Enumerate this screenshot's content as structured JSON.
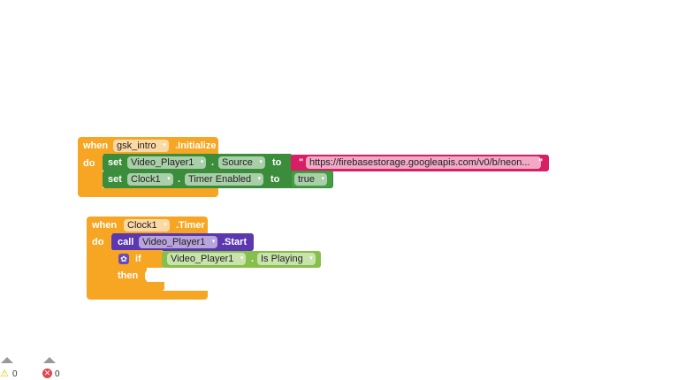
{
  "block1": {
    "when": "when",
    "component": "gsk_intro",
    "event": ".Initialize",
    "do": "do",
    "set1": {
      "set": "set",
      "component": "Video_Player1",
      "dot": ".",
      "property": "Source",
      "to": "to",
      "quote_open": "\"",
      "value": "https://firebasestorage.googleapis.com/v0/b/neon...",
      "quote_close": "\""
    },
    "set2": {
      "set": "set",
      "component": "Clock1",
      "dot": ".",
      "property": "Timer Enabled",
      "to": "to",
      "value": "true"
    }
  },
  "block2": {
    "when": "when",
    "component": "Clock1",
    "event": ".Timer",
    "do": "do",
    "call": {
      "call": "call",
      "component": "Video_Player1",
      "method": ".Start"
    },
    "if": {
      "if": "if",
      "then": "then",
      "component": "Video_Player1",
      "dot": ".",
      "property": "Is Playing"
    }
  },
  "status": {
    "warnings": "0",
    "errors": "0"
  },
  "dropdown_glyph": "▾"
}
